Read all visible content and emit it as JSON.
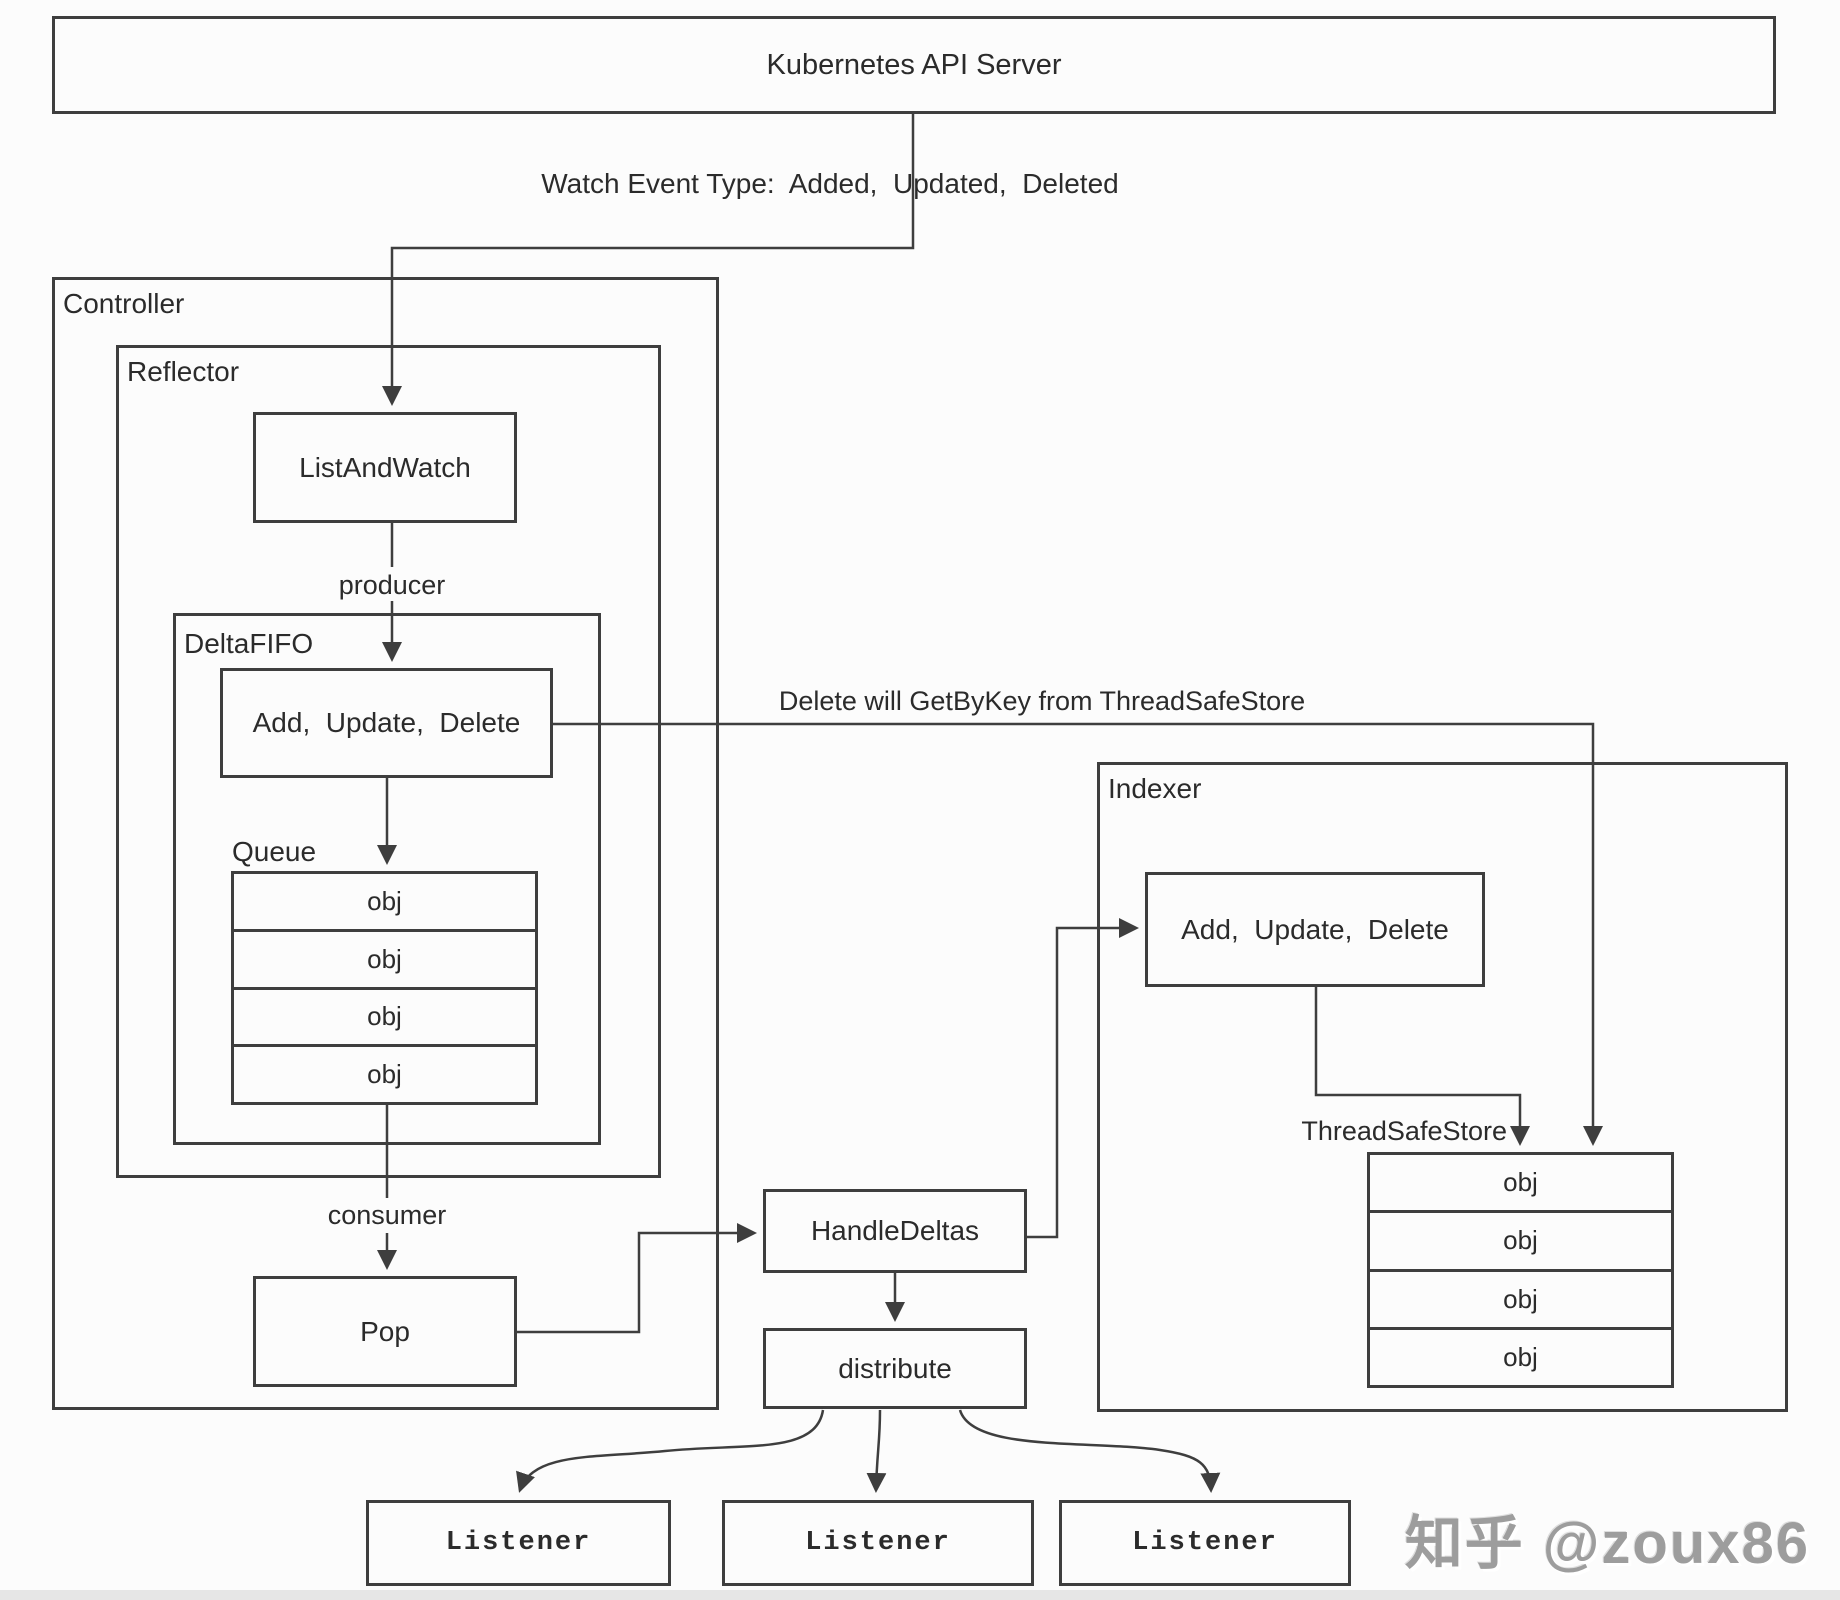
{
  "api_server": {
    "title": "Kubernetes API Server"
  },
  "labels": {
    "watch_event": "Watch Event Type:  Added,  Updated,  Deleted",
    "producer": "producer",
    "consumer": "consumer",
    "queue": "Queue",
    "get_by_key": "Delete will GetByKey from ThreadSafeStore",
    "thread_safe_store": "ThreadSafeStore"
  },
  "controller": {
    "title": "Controller"
  },
  "reflector": {
    "title": "Reflector",
    "list_and_watch": "ListAndWatch"
  },
  "delta_fifo": {
    "title": "DeltaFIFO",
    "operations": "Add,  Update,  Delete",
    "queue_rows": [
      "obj",
      "obj",
      "obj",
      "obj"
    ]
  },
  "pop": {
    "title": "Pop"
  },
  "handle_deltas": {
    "title": "HandleDeltas"
  },
  "distribute": {
    "title": "distribute"
  },
  "indexer": {
    "title": "Indexer",
    "operations": "Add,  Update,  Delete",
    "store_rows": [
      "obj",
      "obj",
      "obj",
      "obj"
    ]
  },
  "listeners": [
    "Listener",
    "Listener",
    "Listener"
  ],
  "watermark": "知乎 @zoux86",
  "colors": {
    "stroke": "#3e3e3e",
    "text": "#2b2b2b",
    "watermark": "#9d9d9d",
    "background": "#fcfcfc"
  }
}
